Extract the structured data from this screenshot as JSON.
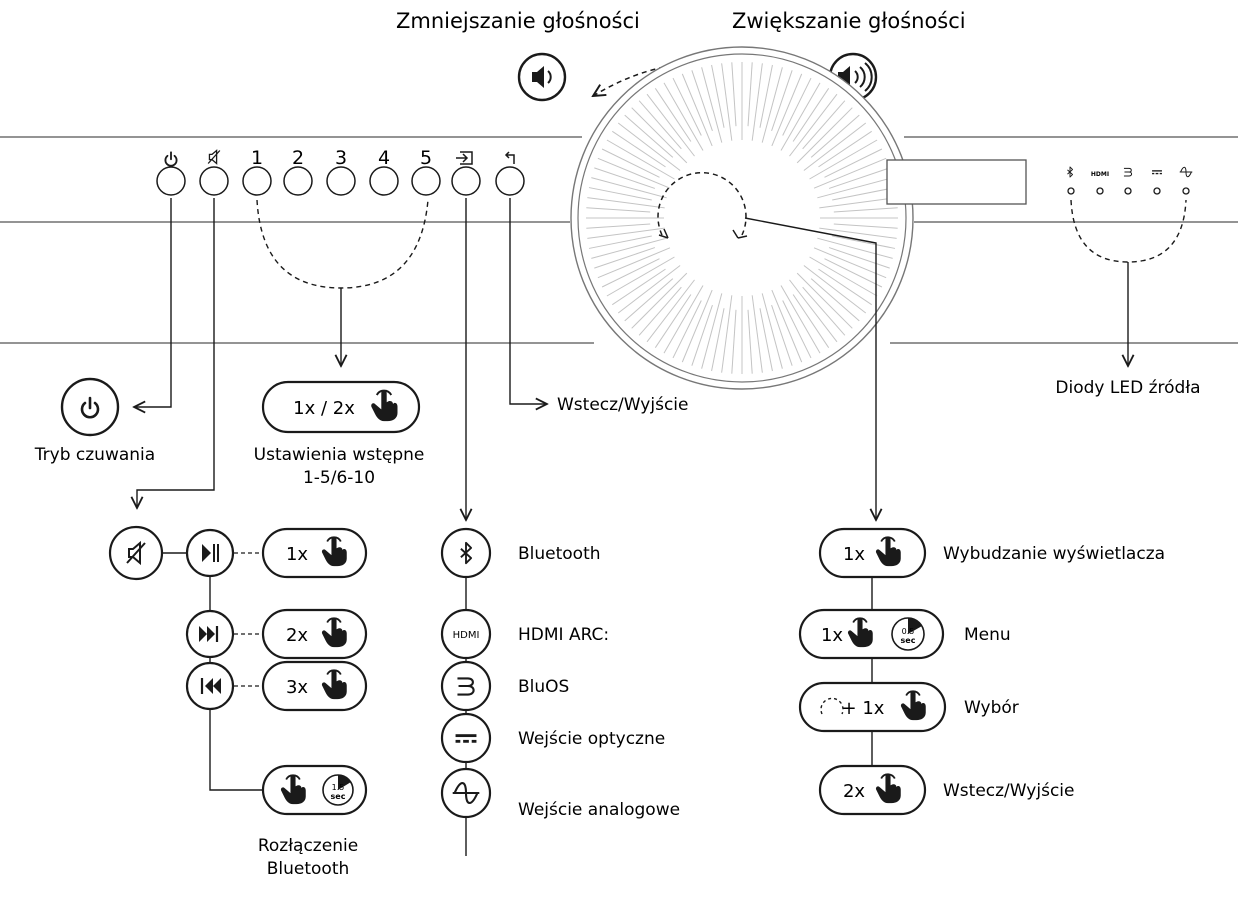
{
  "volume": {
    "down_label": "Zmniejszanie głośności",
    "up_label": "Zwiększanie głośności"
  },
  "panel": {
    "button_numbers": [
      "1",
      "2",
      "3",
      "4",
      "5"
    ],
    "source_led_icons": [
      "bluetooth-icon",
      "hdmi-icon",
      "bluos-icon",
      "optical-icon",
      "analog-icon"
    ],
    "hdmi_small": "HDMI"
  },
  "callouts": {
    "standby": "Tryb czuwania",
    "presets_pill": "1x / 2x",
    "presets_line1": "Ustawienia wstępne",
    "presets_line2": "1-5/6-10",
    "back_exit": "Wstecz/Wyjście",
    "source_leds": "Diody LED źródła"
  },
  "mute_panel": {
    "pills": [
      "1x",
      "2x",
      "3x"
    ],
    "hold_time": "1.5",
    "hold_unit": "sec",
    "disconnect_line1": "Rozłączenie",
    "disconnect_line2": "Bluetooth"
  },
  "sources": [
    {
      "icon": "bluetooth-icon",
      "label": "Bluetooth"
    },
    {
      "icon": "hdmi-icon",
      "label": "HDMI ARC:",
      "icon_text": "HDMI"
    },
    {
      "icon": "bluos-icon",
      "label": "BluOS"
    },
    {
      "icon": "optical-icon",
      "label": "Wejście optyczne"
    },
    {
      "icon": "analog-icon",
      "label": "Wejście analogowe"
    }
  ],
  "knob_actions": [
    {
      "pill": "1x",
      "label": "Wybudzanie wyświetlacza"
    },
    {
      "pill": "1x",
      "label": "Menu",
      "hold_time": "0.5",
      "hold_unit": "sec"
    },
    {
      "pill": "+ 1x",
      "label": "Wybór"
    },
    {
      "pill": "2x",
      "label": "Wstecz/Wyjście"
    }
  ]
}
